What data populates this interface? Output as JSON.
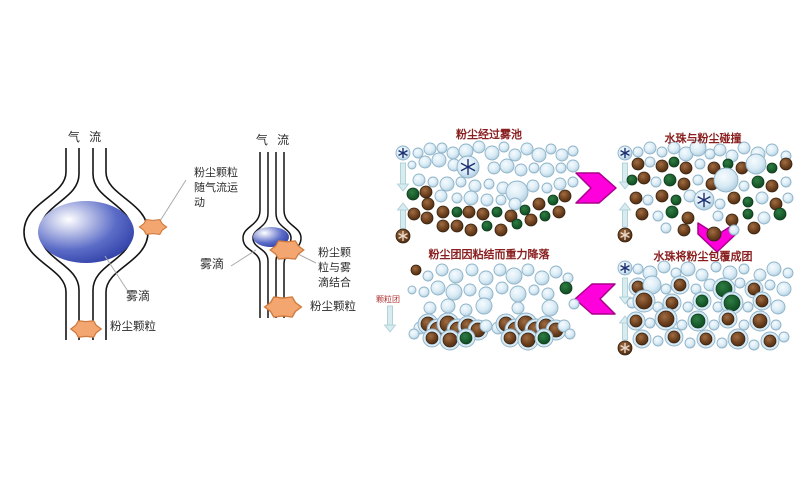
{
  "left_diagram": {
    "airflow_label": "气 流",
    "dust_follow_label": "粉尘颗粒\n随气流运\n动",
    "droplet_label": "雾滴",
    "dust_label": "粉尘颗粒"
  },
  "middle_diagram": {
    "airflow_label": "气 流",
    "droplet_label": "雾滴",
    "combine_label": "粉尘颗\n粒与雾\n滴结合",
    "dust_label": "粉尘颗粒"
  },
  "colors": {
    "accent_arrow": "#ff00dd",
    "accent_arrow_border": "#a8008a",
    "water_droplet_blue": "#2d3ca0",
    "droplet_light": "#d9ebf5",
    "dust_brown": "#5d371c",
    "dust_green": "#17592a",
    "particle_orange": "#f3a66f",
    "title_red": "#8a1f1f",
    "panel_arrow": "#d8ecef",
    "panel_arrow_border": "#a5cbd4"
  },
  "panels": [
    {
      "id": "pass",
      "title": "粉尘经过雾池",
      "particles": [
        [
          5,
          10,
          7,
          "bs"
        ],
        [
          5,
          20,
          28,
          "ad"
        ],
        [
          5,
          86,
          26,
          "au"
        ],
        [
          5,
          93,
          7,
          "ns"
        ],
        [
          20,
          10,
          5
        ],
        [
          32,
          6,
          6
        ],
        [
          44,
          5,
          5
        ],
        [
          55,
          10,
          6
        ],
        [
          14,
          22,
          4
        ],
        [
          27,
          19,
          6
        ],
        [
          41,
          17,
          7
        ],
        [
          56,
          22,
          6
        ],
        [
          68,
          8,
          7
        ],
        [
          81,
          4,
          6
        ],
        [
          94,
          10,
          7
        ],
        [
          106,
          4,
          5
        ],
        [
          117,
          12,
          6
        ],
        [
          129,
          6,
          6
        ],
        [
          141,
          12,
          7
        ],
        [
          153,
          6,
          5
        ],
        [
          164,
          12,
          6
        ],
        [
          175,
          8,
          5
        ],
        [
          70,
          24,
          11,
          "bs"
        ],
        [
          96,
          25,
          6
        ],
        [
          109,
          23,
          7
        ],
        [
          123,
          27,
          6
        ],
        [
          136,
          25,
          5
        ],
        [
          149,
          27,
          7
        ],
        [
          163,
          25,
          5
        ],
        [
          175,
          23,
          6
        ],
        [
          21,
          37,
          6
        ],
        [
          35,
          39,
          5
        ],
        [
          49,
          41,
          7
        ],
        [
          63,
          39,
          5
        ],
        [
          77,
          43,
          6
        ],
        [
          91,
          41,
          5
        ],
        [
          105,
          45,
          6
        ],
        [
          119,
          49,
          11
        ],
        [
          135,
          43,
          6
        ],
        [
          149,
          45,
          5
        ],
        [
          162,
          41,
          6
        ],
        [
          175,
          39,
          5
        ],
        [
          43,
          53,
          6
        ],
        [
          59,
          55,
          5
        ],
        [
          73,
          55,
          7
        ],
        [
          89,
          57,
          6
        ],
        [
          103,
          57,
          5
        ],
        [
          117,
          61,
          6
        ],
        [
          15,
          51,
          6,
          "g"
        ],
        [
          28,
          49,
          6,
          "n"
        ],
        [
          30,
          61,
          6,
          "n"
        ],
        [
          16,
          71,
          6,
          "n"
        ],
        [
          29,
          75,
          6,
          "n"
        ],
        [
          45,
          69,
          6,
          "n"
        ],
        [
          59,
          69,
          5,
          "g"
        ],
        [
          71,
          69,
          6,
          "n"
        ],
        [
          85,
          71,
          6,
          "n"
        ],
        [
          99,
          69,
          5,
          "g"
        ],
        [
          113,
          73,
          6,
          "n"
        ],
        [
          127,
          67,
          5,
          "g"
        ],
        [
          141,
          61,
          6,
          "n"
        ],
        [
          155,
          57,
          5,
          "g"
        ],
        [
          167,
          53,
          6,
          "n"
        ],
        [
          45,
          83,
          6,
          "n"
        ],
        [
          59,
          83,
          6,
          "n"
        ],
        [
          73,
          87,
          6,
          "n"
        ],
        [
          89,
          83,
          5,
          "g"
        ],
        [
          103,
          87,
          6,
          "n"
        ],
        [
          119,
          81,
          5,
          "g"
        ],
        [
          133,
          77,
          6,
          "n"
        ],
        [
          147,
          73,
          5,
          "g"
        ],
        [
          161,
          69,
          6,
          "n"
        ]
      ]
    },
    {
      "id": "collide",
      "title": "水珠与粉尘碰撞",
      "particles": [
        [
          13,
          10,
          7,
          "bs"
        ],
        [
          13,
          20,
          26,
          "ad"
        ],
        [
          13,
          84,
          24,
          "au"
        ],
        [
          13,
          92,
          7,
          "ns"
        ],
        [
          26,
          9,
          5
        ],
        [
          38,
          5,
          6
        ],
        [
          50,
          9,
          5
        ],
        [
          62,
          5,
          6
        ],
        [
          74,
          11,
          7
        ],
        [
          86,
          5,
          8
        ],
        [
          98,
          11,
          5
        ],
        [
          108,
          7,
          6
        ],
        [
          120,
          13,
          6
        ],
        [
          132,
          5,
          6
        ],
        [
          146,
          11,
          7
        ],
        [
          160,
          7,
          6
        ],
        [
          174,
          13,
          5
        ],
        [
          26,
          21,
          6,
          "n"
        ],
        [
          38,
          19,
          5
        ],
        [
          50,
          23,
          6,
          "n"
        ],
        [
          62,
          19,
          5,
          "g"
        ],
        [
          74,
          25,
          6,
          "n"
        ],
        [
          88,
          21,
          5
        ],
        [
          102,
          25,
          6,
          "n"
        ],
        [
          116,
          21,
          5,
          "g"
        ],
        [
          130,
          25,
          6,
          "n"
        ],
        [
          144,
          21,
          10
        ],
        [
          160,
          25,
          5,
          "g"
        ],
        [
          174,
          21,
          6,
          "n"
        ],
        [
          20,
          37,
          5,
          "g"
        ],
        [
          32,
          35,
          6,
          "n"
        ],
        [
          44,
          39,
          5
        ],
        [
          58,
          37,
          6,
          "g"
        ],
        [
          72,
          41,
          6,
          "n"
        ],
        [
          86,
          37,
          5
        ],
        [
          100,
          41,
          6,
          "n"
        ],
        [
          114,
          37,
          12
        ],
        [
          132,
          43,
          5
        ],
        [
          146,
          39,
          6,
          "g"
        ],
        [
          160,
          43,
          6,
          "n"
        ],
        [
          174,
          39,
          5
        ],
        [
          24,
          55,
          6,
          "n"
        ],
        [
          36,
          57,
          5
        ],
        [
          50,
          53,
          6,
          "n"
        ],
        [
          64,
          57,
          5,
          "g"
        ],
        [
          78,
          53,
          6
        ],
        [
          92,
          57,
          10,
          "bs"
        ],
        [
          108,
          61,
          5
        ],
        [
          122,
          55,
          6,
          "n"
        ],
        [
          136,
          59,
          5,
          "g"
        ],
        [
          150,
          55,
          6
        ],
        [
          164,
          61,
          6,
          "n"
        ],
        [
          176,
          55,
          5
        ],
        [
          30,
          71,
          6,
          "n"
        ],
        [
          46,
          73,
          5
        ],
        [
          60,
          69,
          6,
          "g"
        ],
        [
          76,
          75,
          6,
          "n"
        ],
        [
          106,
          73,
          5
        ],
        [
          120,
          77,
          6,
          "n"
        ],
        [
          136,
          71,
          5,
          "g"
        ],
        [
          152,
          75,
          6
        ],
        [
          168,
          71,
          6,
          "g"
        ],
        [
          54,
          85,
          5
        ],
        [
          72,
          87,
          6,
          "n"
        ],
        [
          102,
          91,
          7,
          "n"
        ],
        [
          122,
          87,
          5
        ],
        [
          142,
          85,
          6,
          "n"
        ]
      ]
    },
    {
      "id": "coat",
      "title": "水珠将粉尘包覆成团",
      "particles": [
        [
          13,
          6,
          7,
          "bs"
        ],
        [
          13,
          16,
          26,
          "ad"
        ],
        [
          13,
          78,
          24,
          "au"
        ],
        [
          13,
          86,
          7,
          "ns"
        ],
        [
          26,
          7,
          5
        ],
        [
          38,
          11,
          7
        ],
        [
          52,
          5,
          6
        ],
        [
          64,
          11,
          5
        ],
        [
          76,
          7,
          7
        ],
        [
          90,
          13,
          6
        ],
        [
          104,
          5,
          5
        ],
        [
          118,
          11,
          7
        ],
        [
          132,
          7,
          5
        ],
        [
          148,
          13,
          6
        ],
        [
          162,
          7,
          7
        ],
        [
          176,
          11,
          5
        ],
        [
          26,
          25,
          6,
          "cn"
        ],
        [
          40,
          23,
          9
        ],
        [
          54,
          27,
          5
        ],
        [
          68,
          23,
          6,
          "cn"
        ],
        [
          84,
          27,
          5
        ],
        [
          98,
          23,
          6
        ],
        [
          112,
          27,
          8,
          "cg"
        ],
        [
          128,
          21,
          5
        ],
        [
          142,
          27,
          6,
          "cn"
        ],
        [
          158,
          23,
          5
        ],
        [
          172,
          27,
          7
        ],
        [
          20,
          41,
          5
        ],
        [
          32,
          39,
          8,
          "cn"
        ],
        [
          46,
          45,
          5
        ],
        [
          60,
          41,
          6,
          "cn"
        ],
        [
          76,
          45,
          5
        ],
        [
          90,
          39,
          6,
          "cg"
        ],
        [
          106,
          45,
          5
        ],
        [
          120,
          41,
          8,
          "cg"
        ],
        [
          136,
          45,
          5
        ],
        [
          150,
          39,
          6,
          "cn"
        ],
        [
          166,
          45,
          7
        ],
        [
          24,
          59,
          6,
          "cn"
        ],
        [
          38,
          61,
          5
        ],
        [
          54,
          57,
          8,
          "cn"
        ],
        [
          70,
          63,
          5
        ],
        [
          86,
          59,
          7,
          "cg"
        ],
        [
          102,
          63,
          5
        ],
        [
          116,
          57,
          6,
          "cn"
        ],
        [
          132,
          63,
          5
        ],
        [
          148,
          59,
          7,
          "cn"
        ],
        [
          164,
          63,
          5
        ],
        [
          30,
          77,
          6,
          "cn"
        ],
        [
          46,
          79,
          5
        ],
        [
          62,
          75,
          6,
          "cn"
        ],
        [
          78,
          81,
          5
        ],
        [
          94,
          77,
          6,
          "cn"
        ],
        [
          110,
          81,
          5
        ],
        [
          126,
          77,
          7,
          "cn"
        ],
        [
          142,
          83,
          5
        ],
        [
          158,
          79,
          6,
          "cn"
        ],
        [
          172,
          75,
          5
        ]
      ]
    },
    {
      "id": "settle",
      "title": "粉尘团因粘结而重力降落",
      "cluster_label": "颗粒团",
      "particles": [
        [
          -8,
          44,
          26,
          "ad"
        ],
        [
          18,
          8,
          5,
          "n"
        ],
        [
          30,
          14,
          5
        ],
        [
          44,
          8,
          6
        ],
        [
          58,
          14,
          7
        ],
        [
          74,
          8,
          6
        ],
        [
          88,
          16,
          7
        ],
        [
          102,
          8,
          6
        ],
        [
          116,
          14,
          8
        ],
        [
          130,
          8,
          6
        ],
        [
          144,
          16,
          7
        ],
        [
          158,
          10,
          6
        ],
        [
          170,
          16,
          5
        ],
        [
          14,
          28,
          4
        ],
        [
          26,
          30,
          5
        ],
        [
          40,
          26,
          7
        ],
        [
          56,
          30,
          8
        ],
        [
          72,
          28,
          6
        ],
        [
          88,
          32,
          7
        ],
        [
          104,
          26,
          6
        ],
        [
          120,
          32,
          8
        ],
        [
          136,
          28,
          5
        ],
        [
          150,
          32,
          6
        ],
        [
          168,
          26,
          6,
          "g"
        ],
        [
          32,
          46,
          6
        ],
        [
          50,
          44,
          7
        ],
        [
          68,
          48,
          6
        ],
        [
          86,
          44,
          8
        ],
        [
          120,
          46,
          6
        ],
        [
          152,
          46,
          8
        ],
        [
          176,
          42,
          5
        ],
        [
          22,
          66,
          6
        ],
        [
          30,
          62,
          7,
          "cn"
        ],
        [
          40,
          68,
          8,
          "cn"
        ],
        [
          50,
          62,
          8,
          "cn"
        ],
        [
          60,
          68,
          8,
          "cn"
        ],
        [
          70,
          64,
          7,
          "cn"
        ],
        [
          80,
          68,
          7,
          "cn"
        ],
        [
          88,
          64,
          6
        ],
        [
          34,
          76,
          6,
          "cn"
        ],
        [
          52,
          78,
          7,
          "cn"
        ],
        [
          68,
          76,
          6,
          "cg"
        ],
        [
          16,
          72,
          5
        ],
        [
          100,
          66,
          6
        ],
        [
          108,
          62,
          7,
          "cn"
        ],
        [
          118,
          68,
          8,
          "cn"
        ],
        [
          128,
          62,
          8,
          "cn"
        ],
        [
          138,
          68,
          8,
          "cn"
        ],
        [
          148,
          64,
          7,
          "cn"
        ],
        [
          158,
          68,
          7,
          "cn"
        ],
        [
          166,
          64,
          6
        ],
        [
          112,
          76,
          6,
          "cn"
        ],
        [
          130,
          78,
          7,
          "cn"
        ],
        [
          146,
          76,
          6,
          "cg"
        ],
        [
          172,
          72,
          5
        ]
      ]
    }
  ]
}
